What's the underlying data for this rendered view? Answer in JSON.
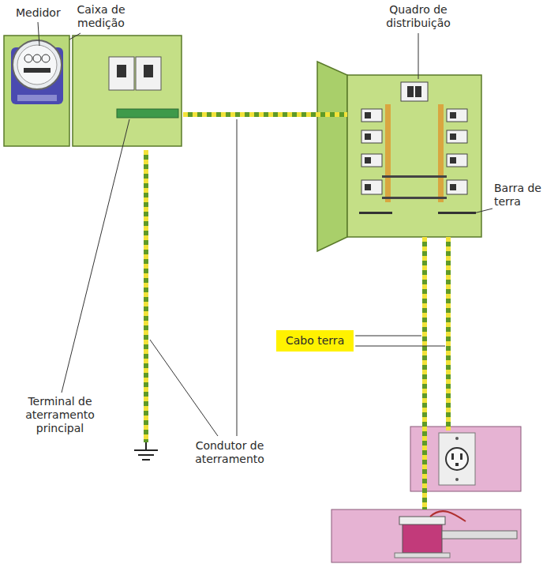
{
  "diagram": {
    "nodes": [
      {
        "text": [
          "Cabo terra"
        ]
      }
    ],
    "labels": [
      "Medidor",
      "Caixa de medição",
      "Quadro de distribuição",
      "Barra de terra",
      "Terminal de aterramento principal",
      "Condutor de aterramento"
    ]
  }
}
